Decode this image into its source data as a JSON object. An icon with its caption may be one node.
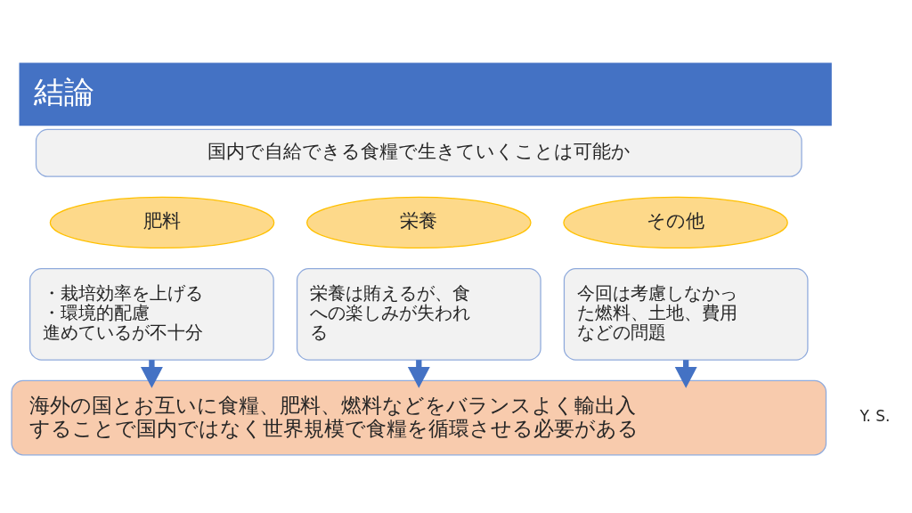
{
  "diagram": {
    "title": "結論",
    "nodes": [
      {
        "text": [
          "国内で自給できる食糧で生きていくことは可能か"
        ]
      },
      {
        "text": [
          "肥料"
        ]
      },
      {
        "text": [
          "栄養"
        ]
      },
      {
        "text": [
          "その他"
        ]
      },
      {
        "text": [
          "・栽培効率を上げる",
          "・環境的配慮",
          "進めているが不十分"
        ]
      },
      {
        "text": [
          "栄養は賄えるが、食への楽しみが失われる"
        ]
      },
      {
        "text": [
          "今回は考慮しなかった燃料、土地、費用などの問題"
        ]
      },
      {
        "text": [
          "海外の国とお互いに食糧、肥料、燃料などをバランスよく輸出入することで国内ではなく世界規模で食糧を循環させる必要がある"
        ]
      }
    ],
    "edges": [
      {
        "from": 4,
        "to": 7,
        "arrow": "to"
      },
      {
        "from": 5,
        "to": 7,
        "arrow": "to"
      },
      {
        "from": 6,
        "to": 7,
        "arrow": "to"
      }
    ],
    "labels": [
      "Y. S."
    ]
  }
}
